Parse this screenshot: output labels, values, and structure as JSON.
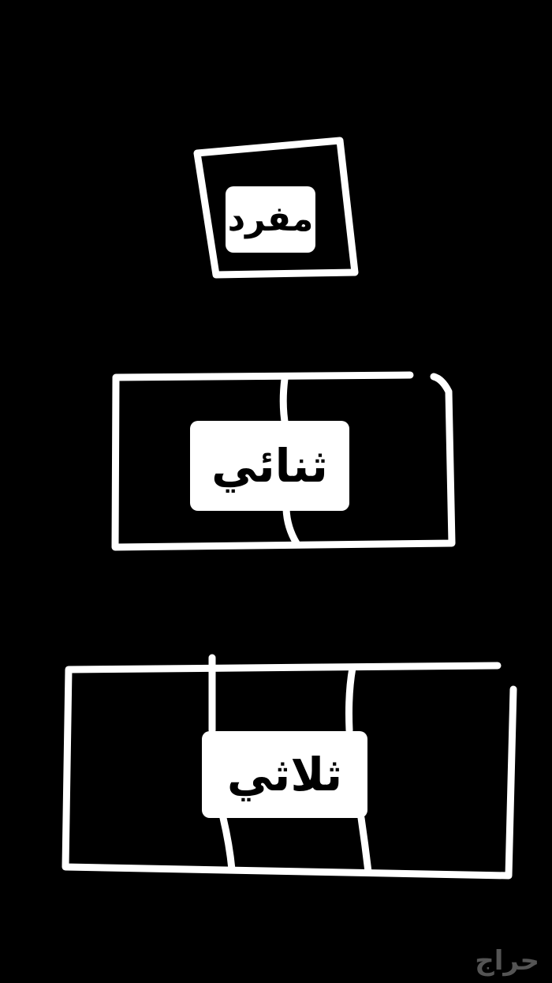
{
  "rooms": [
    {
      "id": "single",
      "label": "مفرد",
      "sections": 1
    },
    {
      "id": "double",
      "label": "ثنائي",
      "sections": 2
    },
    {
      "id": "triple",
      "label": "ثلاثي",
      "sections": 3
    }
  ],
  "watermark": {
    "text": "حراج"
  },
  "colors": {
    "background": "#000000",
    "stroke": "#ffffff",
    "label_bg": "#ffffff",
    "label_text": "#000000"
  }
}
